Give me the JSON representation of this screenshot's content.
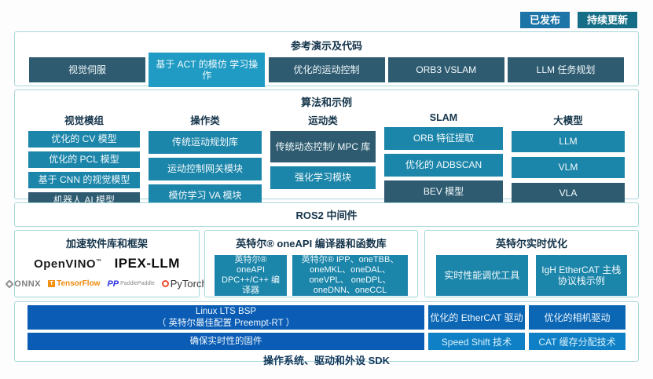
{
  "colors": {
    "teal_box": "#1c85aa",
    "slate_box": "#2f5b70",
    "cyan_box": "#209bc4",
    "intel_blue_bar": "#0a5cb5",
    "driver_blue": "#0b66b4",
    "light_blue": "#0f80c5",
    "badge_blue": "#1d74a7",
    "badge_teal": "#156e86",
    "panel_border": "#a7d7da",
    "title_navy": "#14344a"
  },
  "badges": {
    "published": "已发布",
    "updating": "持续更新"
  },
  "demos": {
    "title": "参考演示及代码",
    "items": [
      "视觉伺服",
      "基于 ACT 的模仿 学习操作",
      "优化的运动控制",
      "ORB3 VSLAM",
      "LLM 任务规划"
    ]
  },
  "algorithms": {
    "title": "算法和示例",
    "columns": [
      {
        "header": "视觉模组",
        "items": [
          "优化的 CV 模型",
          "优化的 PCL 模型",
          "基于 CNN 的视觉模型",
          "机器人 AI 模型"
        ]
      },
      {
        "header": "操作类",
        "items": [
          "传统运动规划库",
          "运动控制网关模块",
          "模仿学习 VA 模块"
        ]
      },
      {
        "header": "运动类",
        "items": [
          "传统动态控制/ MPC 库",
          "强化学习模块"
        ]
      },
      {
        "header": "SLAM",
        "items": [
          "ORB 特征提取",
          "优化的 ADBSCAN",
          "BEV 模型"
        ]
      },
      {
        "header": "大模型",
        "items": [
          "LLM",
          "VLM",
          "VLA"
        ]
      }
    ]
  },
  "middleware": {
    "title": "ROS2 中间件"
  },
  "accel": {
    "title": "加速软件库和框架",
    "logos": {
      "openvino": "OpenVINO",
      "openvino_tm": "™",
      "ipex_llm": "IPEX-LLM",
      "onnx": "ONNX",
      "tensorflow": "TensorFlow",
      "tensorflow_t": "T",
      "paddle_glyph": "PP",
      "paddlepaddle": "PaddlePaddle",
      "pytorch": "PyTorch"
    }
  },
  "oneapi": {
    "title": "英特尔® oneAPI 编译器和函数库",
    "compiler": "英特尔® oneAPI DPC++/C++ 编译器",
    "libraries": "英特尔® IPP、oneTBB、 oneMKL、oneDAL、oneVPL、 oneDPL、oneDNN、oneCCL"
  },
  "realtime": {
    "title": "英特尔实时优化",
    "items": [
      "实时性能调优工具",
      "IgH EtherCAT 主栈协议栈示例"
    ]
  },
  "os_sdk": {
    "title": "操作系统、驱动和外设 SDK",
    "bsp_line1": "Linux LTS BSP",
    "bsp_line2": "（ 英特尔最佳配置 Preempt-RT ）",
    "firmware": "确保实时性的固件",
    "drivers": [
      "优化的 EtherCAT 驱动",
      "优化的相机驱动"
    ],
    "tech": [
      "Speed Shift 技术",
      "CAT 缓存分配技术"
    ]
  }
}
